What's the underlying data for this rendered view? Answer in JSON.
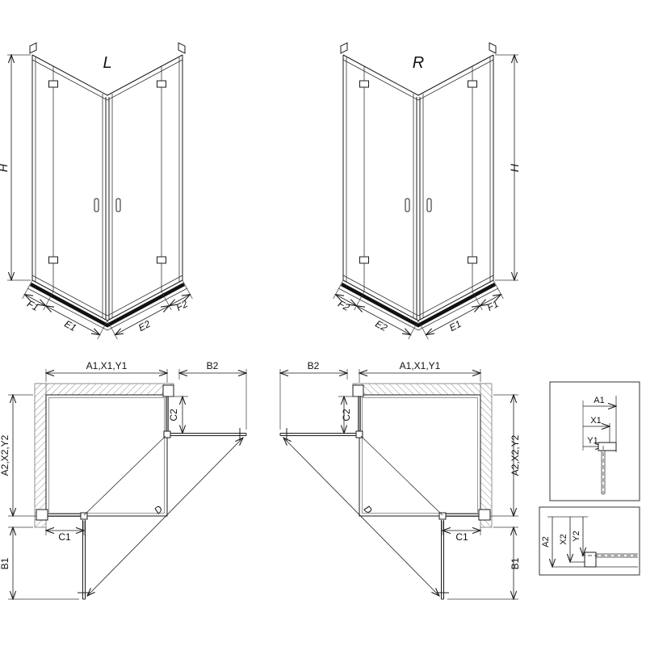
{
  "views": {
    "perspective_left": {
      "title": "L",
      "height": "H",
      "segments": {
        "f1": "F1",
        "e1": "E1",
        "e2": "E2",
        "f2": "F2"
      }
    },
    "perspective_right": {
      "title": "R",
      "height": "H",
      "segments": {
        "f1": "F1",
        "e1": "E1",
        "e2": "E2",
        "f2": "F2"
      }
    },
    "plan_left": {
      "width_top": "A1,X1,Y1",
      "door_top": "B2",
      "fixed_top": "C2",
      "depth_side": "A2,X2,Y2",
      "fixed_bottom": "C1",
      "door_bottom": "B1",
      "diagonal": "D"
    },
    "plan_right": {
      "width_top": "A1,X1,Y1",
      "door_top": "B2",
      "fixed_top": "C2",
      "depth_side": "A2,X2,Y2",
      "fixed_bottom": "C1",
      "door_bottom": "B1",
      "diagonal": "D"
    },
    "detail_wall_profile": {
      "a1": "A1",
      "x1": "X1",
      "y1": "Y1"
    },
    "detail_floor_profile": {
      "a2": "A2",
      "x2": "X2",
      "y2": "Y2"
    }
  }
}
